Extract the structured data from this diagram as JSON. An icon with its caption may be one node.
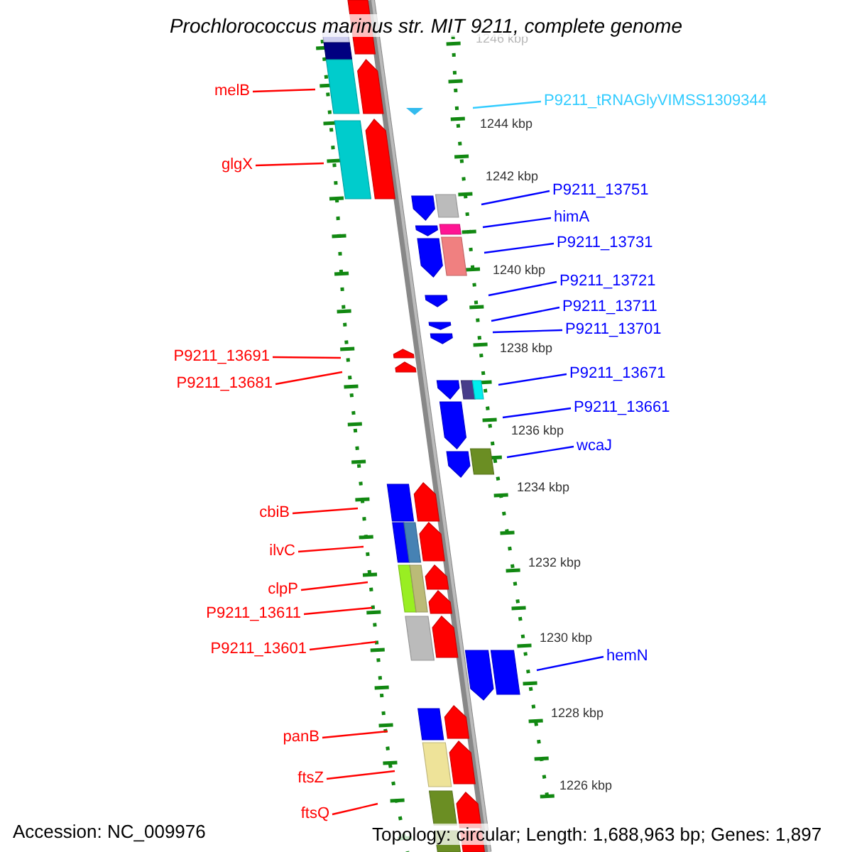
{
  "diagram": {
    "title": "Prochlorococcus marinus str. MIT 9211, complete genome",
    "nodes": [
      {
        "text": [
          "melB"
        ]
      },
      {
        "text": [
          "P9211_tRNAGlyVIMSS1309344"
        ]
      },
      {
        "text": [
          "glgX"
        ]
      },
      {
        "text": [
          "P9211_13751"
        ]
      },
      {
        "text": [
          "himA"
        ]
      },
      {
        "text": [
          "P9211_13731"
        ]
      },
      {
        "text": [
          "P9211_13721"
        ]
      },
      {
        "text": [
          "P9211_13711"
        ]
      },
      {
        "text": [
          "P9211_13701"
        ]
      },
      {
        "text": [
          "P9211_13691"
        ]
      },
      {
        "text": [
          "P9211_13671"
        ]
      },
      {
        "text": [
          "P9211_13681"
        ]
      },
      {
        "text": [
          "P9211_13661"
        ]
      },
      {
        "text": [
          "wcaJ"
        ]
      },
      {
        "text": [
          "cbiB"
        ]
      },
      {
        "text": [
          "ilvC"
        ]
      },
      {
        "text": [
          "clpP"
        ]
      },
      {
        "text": [
          "P9211_13611"
        ]
      },
      {
        "text": [
          "P9211_13601"
        ]
      },
      {
        "text": [
          "hemN"
        ]
      },
      {
        "text": [
          "panB"
        ]
      },
      {
        "text": [
          "ftsZ"
        ]
      },
      {
        "text": [
          "ftsQ"
        ]
      }
    ],
    "edges": [
      {
        "from": 0,
        "to": null,
        "arrow": "none"
      },
      {
        "from": 1,
        "to": null,
        "arrow": "none",
        "color": "#33ccff"
      },
      {
        "from": 2,
        "to": null,
        "arrow": "none"
      },
      {
        "from": 3,
        "to": null,
        "arrow": "none",
        "color": "#0000ff"
      },
      {
        "from": 4,
        "to": null,
        "arrow": "none",
        "color": "#0000ff"
      },
      {
        "from": 5,
        "to": null,
        "arrow": "none",
        "color": "#0000ff"
      },
      {
        "from": 6,
        "to": null,
        "arrow": "none",
        "color": "#0000ff"
      },
      {
        "from": 7,
        "to": null,
        "arrow": "none",
        "color": "#0000ff"
      },
      {
        "from": 8,
        "to": null,
        "arrow": "none",
        "color": "#0000ff"
      },
      {
        "from": 9,
        "to": null,
        "arrow": "none"
      },
      {
        "from": 10,
        "to": null,
        "arrow": "none",
        "color": "#0000ff"
      },
      {
        "from": 11,
        "to": null,
        "arrow": "none"
      },
      {
        "from": 12,
        "to": null,
        "arrow": "none",
        "color": "#0000ff"
      },
      {
        "from": 13,
        "to": null,
        "arrow": "none",
        "color": "#0000ff"
      },
      {
        "from": 14,
        "to": null,
        "arrow": "none"
      },
      {
        "from": 15,
        "to": null,
        "arrow": "none"
      },
      {
        "from": 16,
        "to": null,
        "arrow": "none"
      },
      {
        "from": 17,
        "to": null,
        "arrow": "none"
      },
      {
        "from": 18,
        "to": null,
        "arrow": "none"
      },
      {
        "from": 19,
        "to": null,
        "arrow": "none",
        "color": "#0000ff"
      },
      {
        "from": 20,
        "to": null,
        "arrow": "none"
      },
      {
        "from": 21,
        "to": null,
        "arrow": "none"
      },
      {
        "from": 22,
        "to": null,
        "arrow": "none"
      }
    ],
    "labels": [
      "1246 kbp",
      "1244 kbp",
      "1242 kbp",
      "1240 kbp",
      "1238 kbp",
      "1236 kbp",
      "1234 kbp",
      "1232 kbp",
      "1230 kbp",
      "1228 kbp",
      "1226 kbp",
      "Accession: NC_009976",
      "Topology: circular; Length: 1,688,963 bp; Genes: 1,897"
    ]
  }
}
